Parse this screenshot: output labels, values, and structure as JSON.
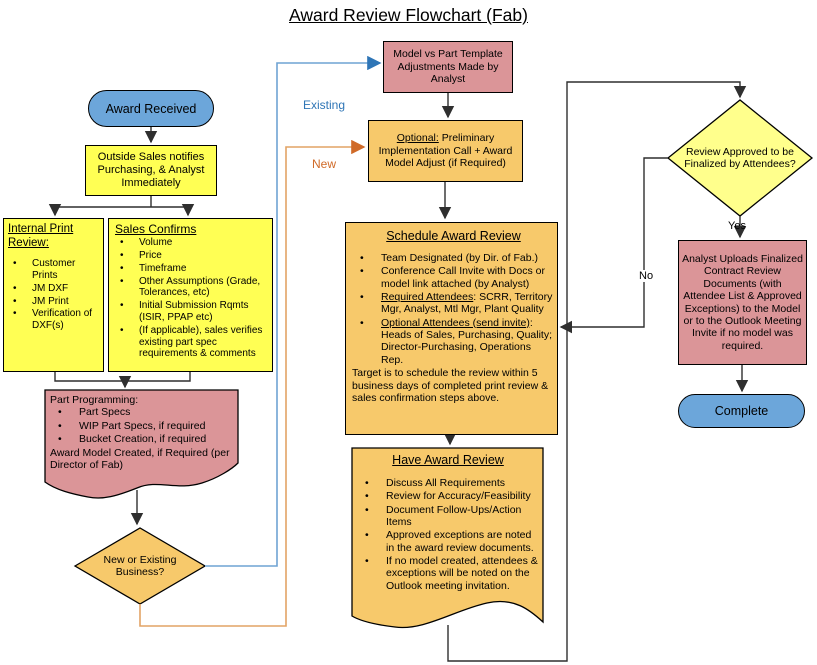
{
  "title": "Award Review Flowchart (Fab)",
  "colors": {
    "terminator_fill": "#6CA6DA",
    "process_yellow": "#FFFF54",
    "gold_fill": "#F7C96B",
    "pink_fill": "#DB9598",
    "decision_yellow": "#FFFF8C",
    "existing_blue": "#6FA3D3",
    "existing_blue_dark": "#2E75B6",
    "new_orange": "#E2A365",
    "new_orange_dark": "#D06A28",
    "connector": "#2F2F2F"
  },
  "nodes": {
    "award_received": {
      "label": "Award Received"
    },
    "outside_sales": {
      "text": "Outside Sales notifies Purchasing, & Analyst Immediately"
    },
    "internal_print": {
      "title": "Internal Print Review:",
      "bullets": [
        "Customer Prints",
        "JM DXF",
        "JM Print",
        "Verification of DXF(s)"
      ]
    },
    "sales_confirms": {
      "title": "Sales Confirms",
      "bullets": [
        "Volume",
        "Price",
        "Timeframe",
        "Other Assumptions (Grade, Tolerances, etc)",
        "Initial Submission Rqmts (ISIR, PPAP etc)",
        "(If applicable), sales verifies existing part spec requirements & comments"
      ]
    },
    "part_programming": {
      "title": "Part Programming:",
      "bullets": [
        "Part Specs",
        "WIP Part Specs, if required",
        "Bucket Creation, if required"
      ],
      "footer": "Award Model Created, if Required (per Director of Fab)"
    },
    "new_or_existing": {
      "question": "New or Existing Business?"
    },
    "model_vs_part": {
      "text": "Model vs Part Template Adjustments Made by Analyst"
    },
    "optional_call": {
      "underlined": "Optional:",
      "text": " Preliminary Implementation Call + Award Model Adjust (if Required)"
    },
    "schedule_review": {
      "title": "Schedule Award Review",
      "bullets": [
        "Team Designated (by Dir. of Fab.)",
        "Conference Call Invite with Docs or model link attached (by Analyst)",
        {
          "u": "Required Attendees",
          "t": ": SCRR, Territory Mgr, Analyst, Mtl Mgr, Plant Quality"
        },
        {
          "u": "Optional Attendees (send invite)",
          "t": ": Heads of Sales, Purchasing, Quality; Director-Purchasing, Operations Rep."
        }
      ],
      "footer": "Target is to schedule the review within 5 business days of completed print review & sales confirmation steps above."
    },
    "have_review": {
      "title": "Have Award Review",
      "bullets": [
        "Discuss All Requirements",
        "Review for Accuracy/Feasibility",
        "Document Follow-Ups/Action Items",
        "Approved exceptions are noted in the award review documents.",
        "If no model created, attendees & exceptions will be noted on the Outlook meeting invitation."
      ]
    },
    "review_approved": {
      "question": "Review Approved to be Finalized by Attendees?"
    },
    "analyst_uploads": {
      "text": "Analyst Uploads Finalized Contract Review Documents (with Attendee List & Approved Exceptions) to the Model or to the Outlook Meeting Invite if no model was required."
    },
    "complete": {
      "label": "Complete"
    }
  },
  "edge_labels": {
    "existing": "Existing",
    "new": "New",
    "yes": "Yes",
    "no": "No"
  }
}
